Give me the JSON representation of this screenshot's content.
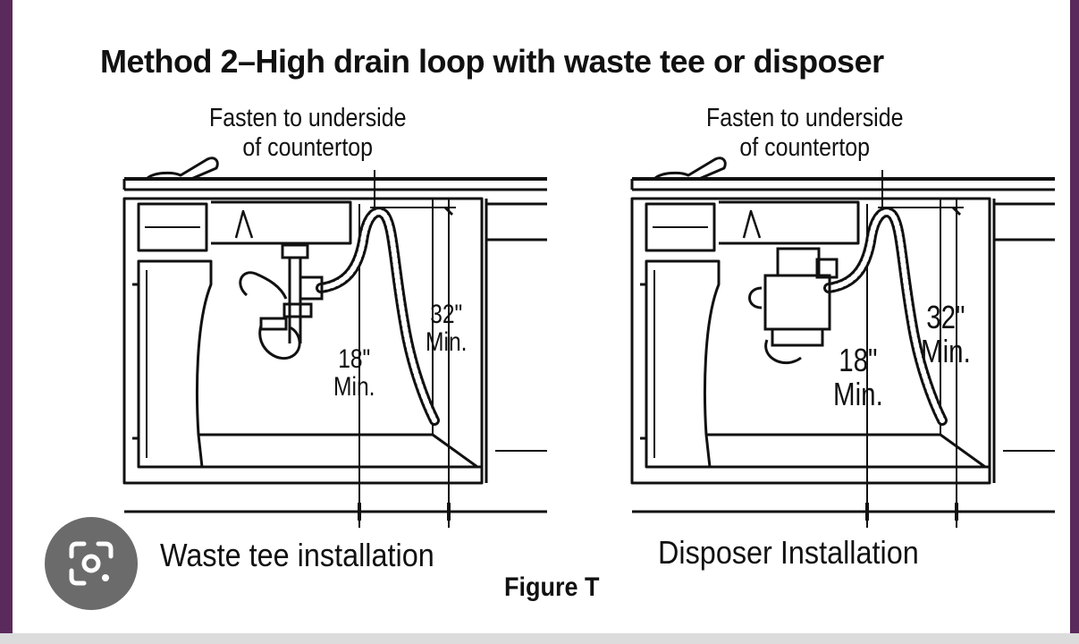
{
  "title": "Method 2–High drain loop with waste tee or disposer",
  "figure_label": "Figure T",
  "panels": [
    {
      "callout_line1": "Fasten to underside",
      "callout_line2": "of countertop",
      "dim_near_value": "18\"",
      "dim_near_unit": "Min.",
      "dim_far_value": "32\"",
      "dim_far_unit": "Min.",
      "caption": "Waste tee installation"
    },
    {
      "callout_line1": "Fasten to underside",
      "callout_line2": "of countertop",
      "dim_near_value": "18\"",
      "dim_near_unit": "Min.",
      "dim_far_value": "32\"",
      "dim_far_unit": "Min.",
      "caption": "Disposer Installation"
    }
  ],
  "overlay": {
    "icon": "lens-search-icon"
  },
  "colors": {
    "frame": "#5a2a5c",
    "ink": "#111111",
    "button": "#6b6b6b"
  }
}
